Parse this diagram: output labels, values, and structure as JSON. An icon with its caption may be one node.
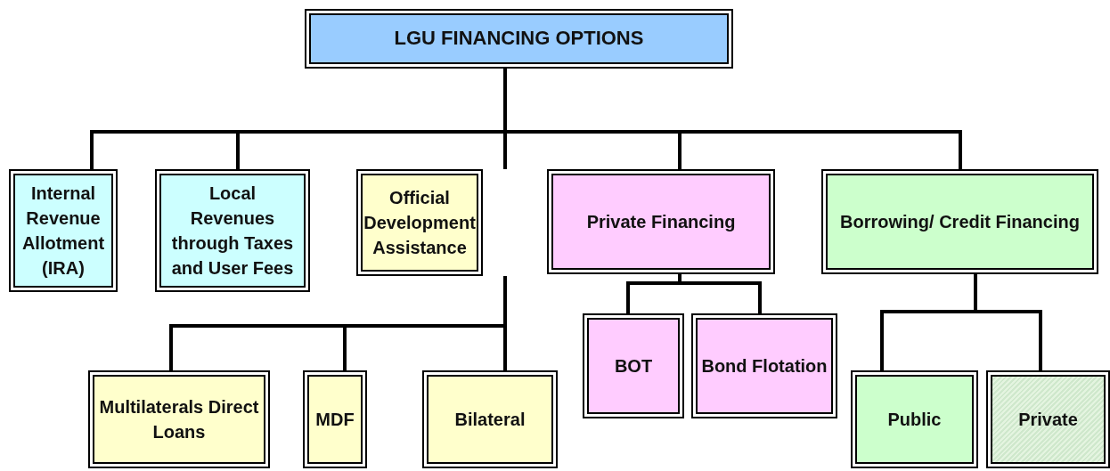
{
  "diagram": {
    "nodes": [
      {
        "text": [
          "LGU FINANCING OPTIONS"
        ]
      },
      {
        "text": [
          "Internal Revenue Allotment (IRA)"
        ]
      },
      {
        "text": [
          "Local Revenues through Taxes and User Fees"
        ]
      },
      {
        "text": [
          "Official Development Assistance"
        ]
      },
      {
        "text": [
          "Private Financing"
        ]
      },
      {
        "text": [
          "Borrowing/ Credit Financing"
        ]
      },
      {
        "text": [
          "Multilaterals Direct Loans"
        ]
      },
      {
        "text": [
          "MDF"
        ]
      },
      {
        "text": [
          "Bilateral"
        ]
      },
      {
        "text": [
          "BOT"
        ]
      },
      {
        "text": [
          "Bond Flotation"
        ]
      },
      {
        "text": [
          "Public"
        ]
      },
      {
        "text": [
          "Private"
        ]
      }
    ],
    "edges": [
      {
        "from": 0,
        "to": 1,
        "arrow": "none"
      },
      {
        "from": 0,
        "to": 2,
        "arrow": "none"
      },
      {
        "from": 0,
        "to": 3,
        "arrow": "none"
      },
      {
        "from": 0,
        "to": 4,
        "arrow": "none"
      },
      {
        "from": 0,
        "to": 5,
        "arrow": "none"
      },
      {
        "from": 3,
        "to": 6,
        "arrow": "none"
      },
      {
        "from": 3,
        "to": 7,
        "arrow": "none"
      },
      {
        "from": 3,
        "to": 8,
        "arrow": "none"
      },
      {
        "from": 4,
        "to": 9,
        "arrow": "none"
      },
      {
        "from": 4,
        "to": 10,
        "arrow": "none"
      },
      {
        "from": 5,
        "to": 11,
        "arrow": "none"
      },
      {
        "from": 5,
        "to": 12,
        "arrow": "none"
      }
    ]
  }
}
